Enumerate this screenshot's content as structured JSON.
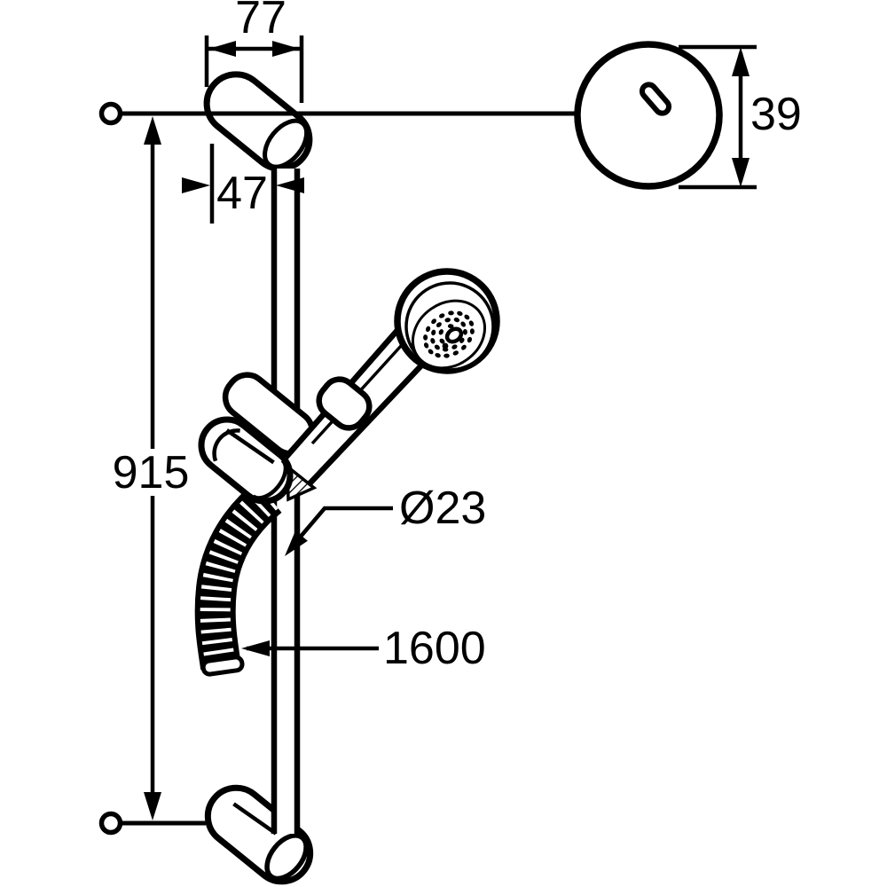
{
  "drawing": {
    "type": "technical-dimension-drawing",
    "subject": "shower rail set with hand shower, hose, wall brackets and wall plate detail",
    "labels": {
      "bracket_width": "77",
      "bracket_offset": "47",
      "plate_height": "39",
      "rail_length": "915",
      "rail_diameter": "Ø23",
      "hose_length": "1600"
    },
    "colors": {
      "line": "#000000",
      "background": "#ffffff"
    }
  }
}
